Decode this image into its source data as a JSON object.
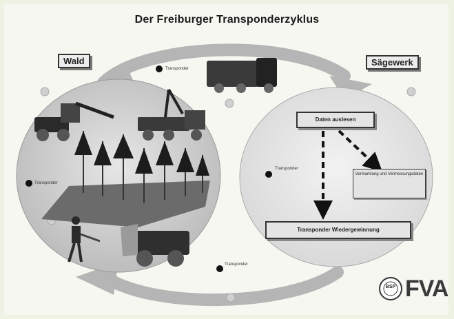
{
  "title": "Der Freiburger Transponderzyklus",
  "labels": {
    "wald": "Wald",
    "saegewerk": "Sägewerk",
    "transponder": "Transponder",
    "daten_auslesen": "Daten auslesen",
    "vermarktung": "Vermarktung und Vermessungsdaten",
    "wiedergewinnung": "Transponder Wiedergewinnung"
  },
  "logo": {
    "text": "FVA",
    "seal_text": "BSP"
  },
  "colors": {
    "wald_circle": "#c7c7c7",
    "saegewerk_circle": "#e2e2e2",
    "arrow": "#b5b5b5"
  }
}
